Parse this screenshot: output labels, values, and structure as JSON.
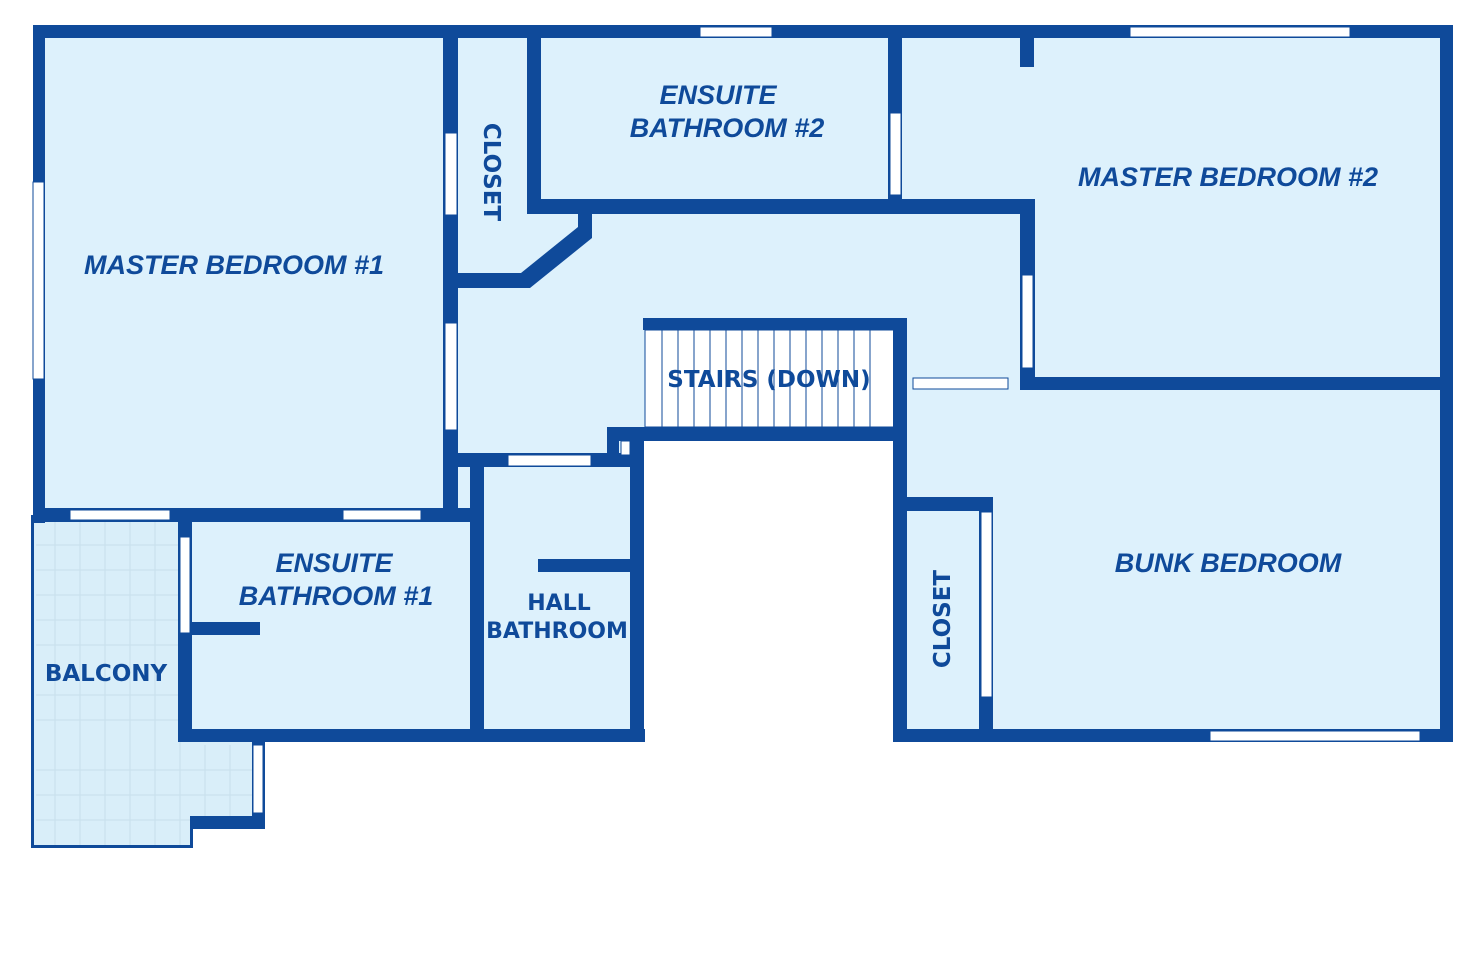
{
  "colors": {
    "wall": "#0f4a9a",
    "room_fill": "#ddf1fc",
    "balcony_fill": "#d9eef9",
    "window": "#ffffff",
    "label": "#0f4a9a"
  },
  "rooms": {
    "master_bedroom_1": "MASTER BEDROOM #1",
    "closet_1": "CLOSET",
    "ensuite_bathroom_2": [
      "ENSUITE",
      "BATHROOM #2"
    ],
    "master_bedroom_2": "MASTER BEDROOM #2",
    "stairs": "STAIRS (DOWN)",
    "ensuite_bathroom_1": [
      "ENSUITE",
      "BATHROOM #1"
    ],
    "hall_bathroom": [
      "HALL",
      "BATHROOM"
    ],
    "balcony": "BALCONY",
    "closet_2": "CLOSET",
    "bunk_bedroom": "BUNK BEDROOM"
  }
}
